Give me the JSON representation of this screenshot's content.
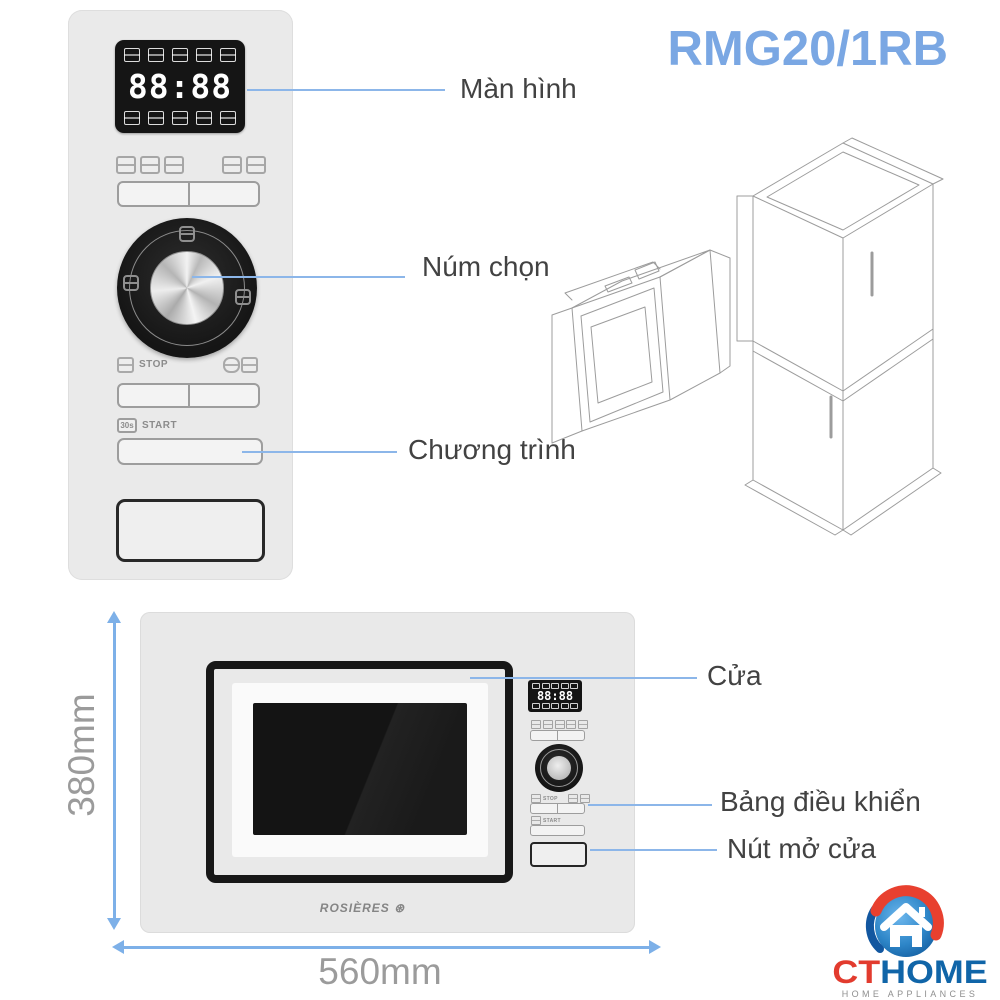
{
  "title": "RMG20/1RB",
  "callouts": {
    "screen": "Màn hình",
    "knob": "Núm chọn",
    "program": "Chương trình",
    "door": "Cửa",
    "control_panel": "Bảng điều khiển",
    "door_button": "Nút mở cửa"
  },
  "control_panel": {
    "display_time": "88:88",
    "stop_label": "STOP",
    "start_label": "START",
    "quick_start_badge": "30s"
  },
  "front_view": {
    "brand": "ROSIÈRES ⊛",
    "display_time": "88:88",
    "stop_label": "STOP",
    "start_label": "START",
    "quick_start_badge": "30s"
  },
  "dimensions": {
    "height_label": "380mm",
    "width_label": "560mm"
  },
  "logo": {
    "prefix": "CT",
    "suffix": "HOME",
    "tagline": "HOME APPLIANCES"
  },
  "colors": {
    "accent_blue": "#7aa7e3",
    "callout_line": "#8cb6e9",
    "arrow_blue": "#7db0e8",
    "logo_red": "#e23b2e",
    "logo_blue": "#1065a8"
  }
}
